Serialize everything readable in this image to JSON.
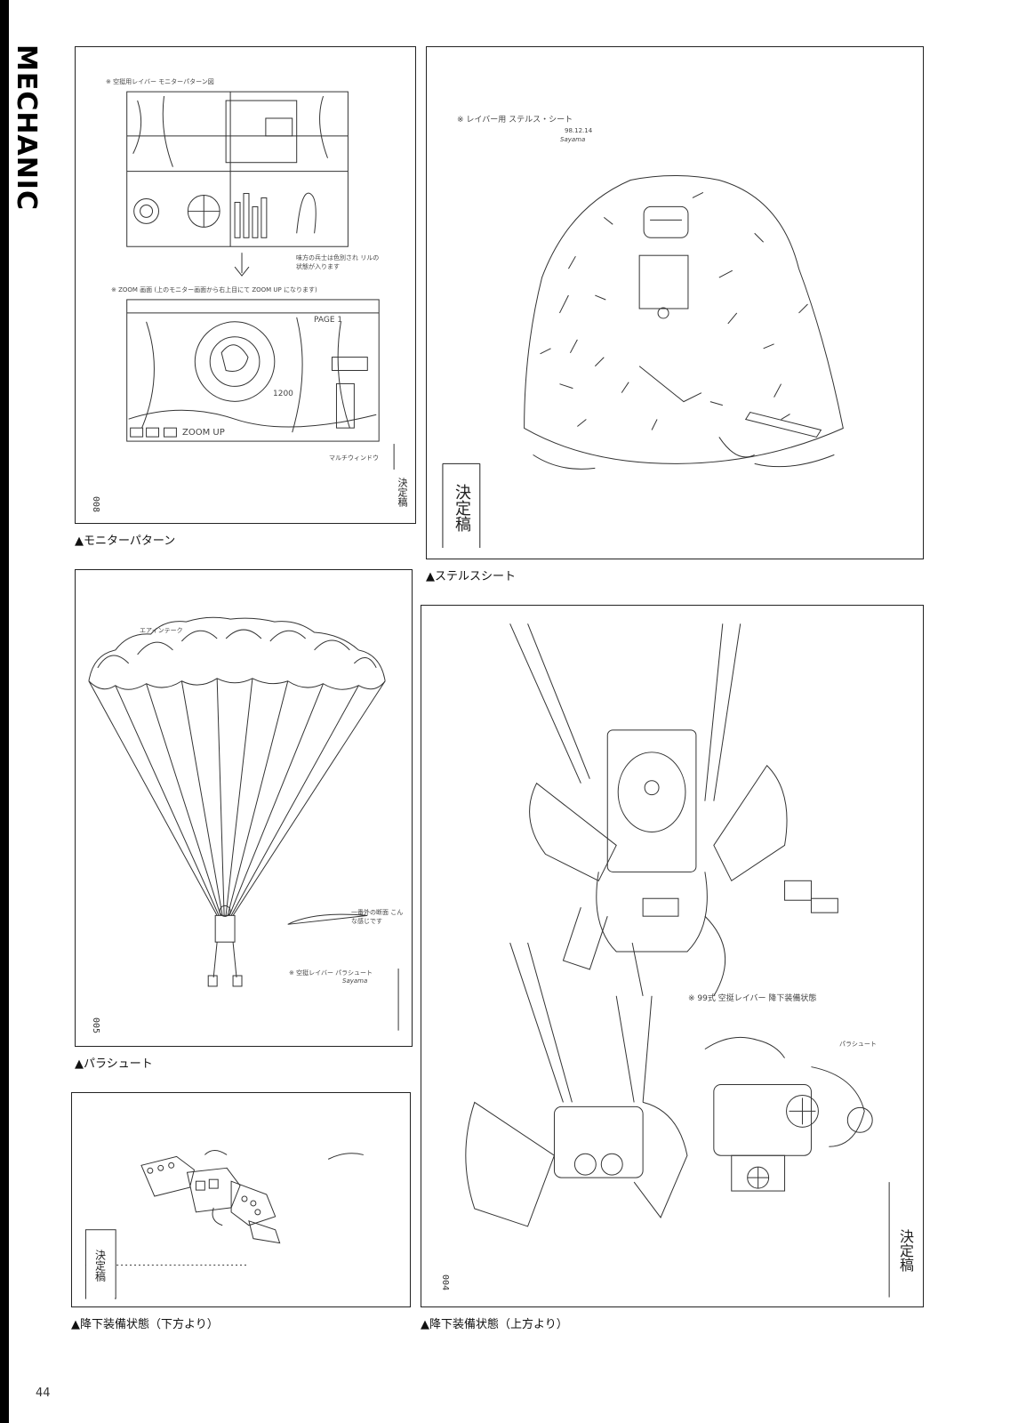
{
  "section_label": "MECHANIC",
  "page_number": "44",
  "captions": {
    "monitor": "▲モニターパターン",
    "stealth": "▲ステルスシート",
    "parachute": "▲パラシュート",
    "descent_below": "▲降下装備状態（下方より）",
    "descent_above": "▲降下装備状態（上方より）"
  },
  "panels": {
    "monitor": {
      "title": "※ 空挺用レイバー モニターパターン図",
      "zoom_title": "※ ZOOM 画面 (上のモニター画面から右上目にて ZOOM UP になります)",
      "note": "味方の兵士は色別され リルの状態が入ります",
      "zoom_label": "ZOOM UP",
      "page_label": "PAGE 1",
      "readout": "1200",
      "window_note": "マルチウィンドウ",
      "sheet_no": "008",
      "stamp": "決定稿"
    },
    "stealth": {
      "title": "※ レイバー用 ステルス・シート",
      "date": "98.12.14",
      "signature": "Sayama",
      "stamp": "決定稿"
    },
    "parachute": {
      "canopy_note": "エアインテーク",
      "profile_note": "一番外の断面 こんな感じです",
      "title": "※ 空挺レイバー パラシュート",
      "signature": "Sayama",
      "sheet_no": "005"
    },
    "descent_below": {
      "stamp": "決定稿"
    },
    "descent_above": {
      "title": "※ 99式 空挺レイバー 降下装備状態",
      "parachute_note": "パラシュート",
      "sheet_no": "004",
      "stamp": "決定稿"
    }
  }
}
